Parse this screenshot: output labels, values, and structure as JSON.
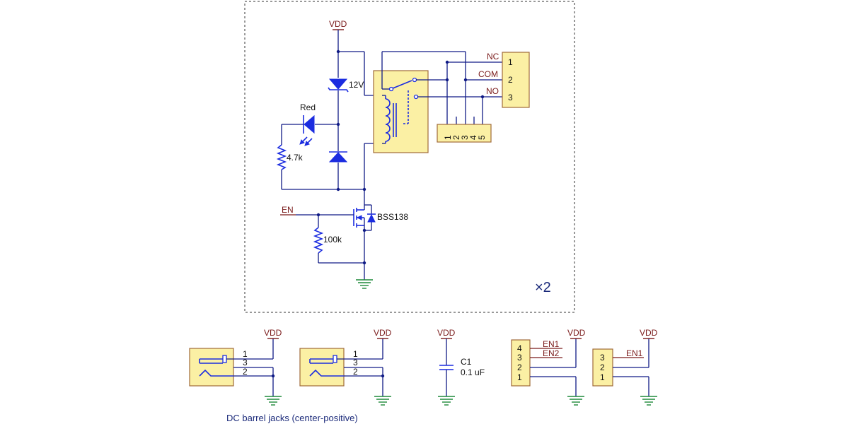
{
  "relay_block": {
    "vdd": "VDD",
    "zener": "12V",
    "led": "Red",
    "r_led": "4.7k",
    "r_gate": "100k",
    "mosfet": "BSS138",
    "en": "EN",
    "multiplier": "×2",
    "relay_pins": [
      "1",
      "2",
      "3",
      "4",
      "5"
    ],
    "term_nets": [
      "NC",
      "COM",
      "NO"
    ],
    "term_pins": [
      "1",
      "2",
      "3"
    ]
  },
  "bottom": {
    "jack1": {
      "vdd": "VDD",
      "pins": [
        "1",
        "3",
        "2"
      ]
    },
    "jack2": {
      "vdd": "VDD",
      "pins": [
        "1",
        "3",
        "2"
      ]
    },
    "cap": {
      "vdd": "VDD",
      "ref": "C1",
      "value": "0.1 uF"
    },
    "header4": {
      "vdd": "VDD",
      "pins": [
        "4",
        "3",
        "2",
        "1"
      ],
      "nets": [
        "EN1",
        "EN2"
      ]
    },
    "header3": {
      "vdd": "VDD",
      "pins": [
        "3",
        "2",
        "1"
      ],
      "net": "EN1"
    },
    "caption": "DC barrel jacks (center-positive)"
  },
  "colors": {
    "wire": "#101b86",
    "symbol": "#1b2ce0",
    "net_label": "#7a1a1a",
    "ground": "#1f8a3a",
    "component_fill": "#fbf0a4"
  }
}
